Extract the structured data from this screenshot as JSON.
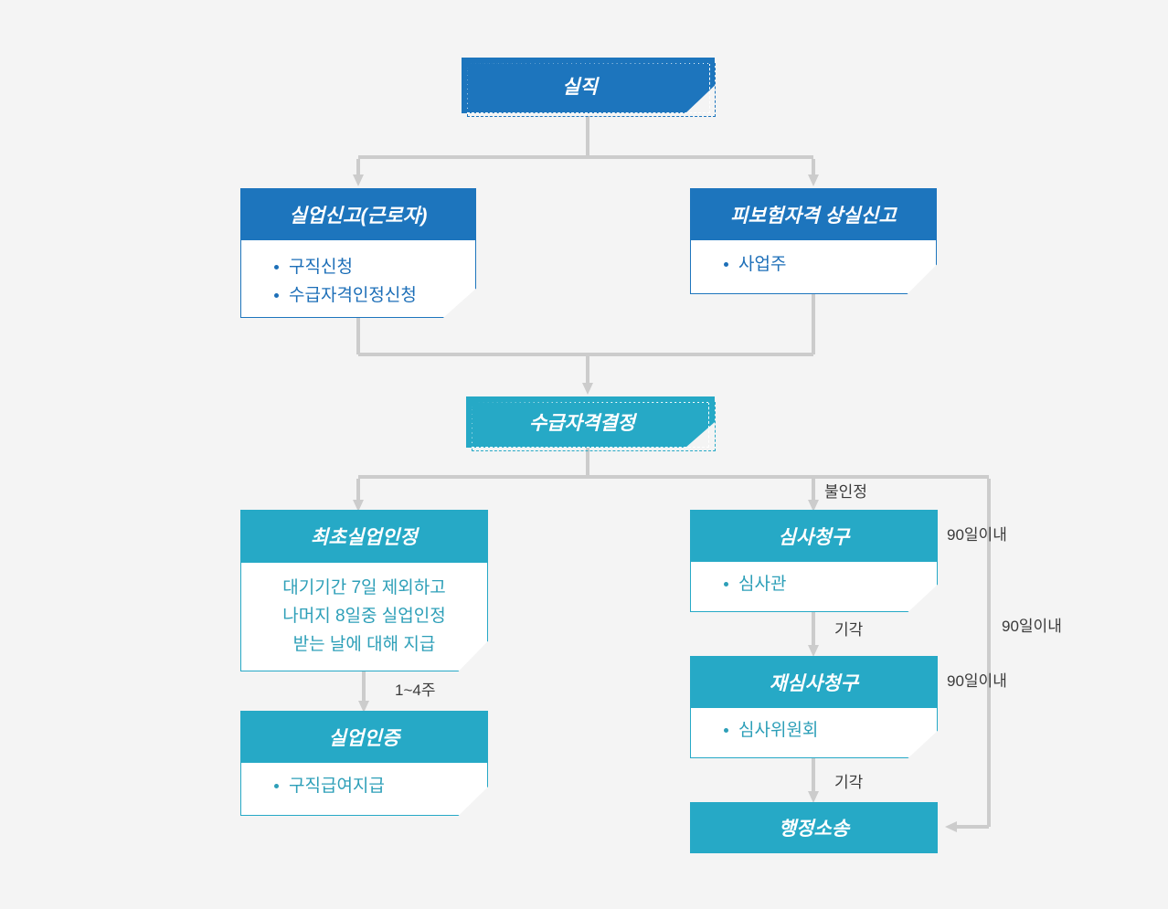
{
  "diagram": {
    "title_text": "",
    "background_color": "#f4f4f4",
    "palette": {
      "blue": "#1d75bd",
      "teal": "#26a9c6",
      "blue_text": "#1d6fb8",
      "teal_text": "#2d9fb8",
      "connector": "#cccccc",
      "label_text": "#3a3a3a"
    }
  },
  "nodes": {
    "unemployment": {
      "label": "실직"
    },
    "unemployment_report": {
      "header": "실업신고(근로자)",
      "items": [
        "구직신청",
        "수급자격인정신청"
      ]
    },
    "insurance_loss_report": {
      "header": "피보험자격 상실신고",
      "items": [
        "사업주"
      ]
    },
    "eligibility_decision": {
      "label": "수급자격결정"
    },
    "first_recognition": {
      "header": "최초실업인정",
      "lines": [
        "대기기간 7일 제외하고",
        "나머지 8일중 실업인정",
        "받는 날에 대해 지급"
      ]
    },
    "unemployment_certification": {
      "header": "실업인증",
      "items": [
        "구직급여지급"
      ]
    },
    "review_request": {
      "header": "심사청구",
      "items": [
        "심사관"
      ]
    },
    "reexamination_request": {
      "header": "재심사청구",
      "items": [
        "심사위원회"
      ]
    },
    "administrative_litigation": {
      "label": "행정소송"
    }
  },
  "edge_labels": {
    "not_recognized": "불인정",
    "within_90_days_1": "90일이내",
    "within_90_days_2": "90일이내",
    "within_90_days_3": "90일이내",
    "one_to_four_weeks": "1~4주",
    "dismissed_1": "기각",
    "dismissed_2": "기각"
  }
}
